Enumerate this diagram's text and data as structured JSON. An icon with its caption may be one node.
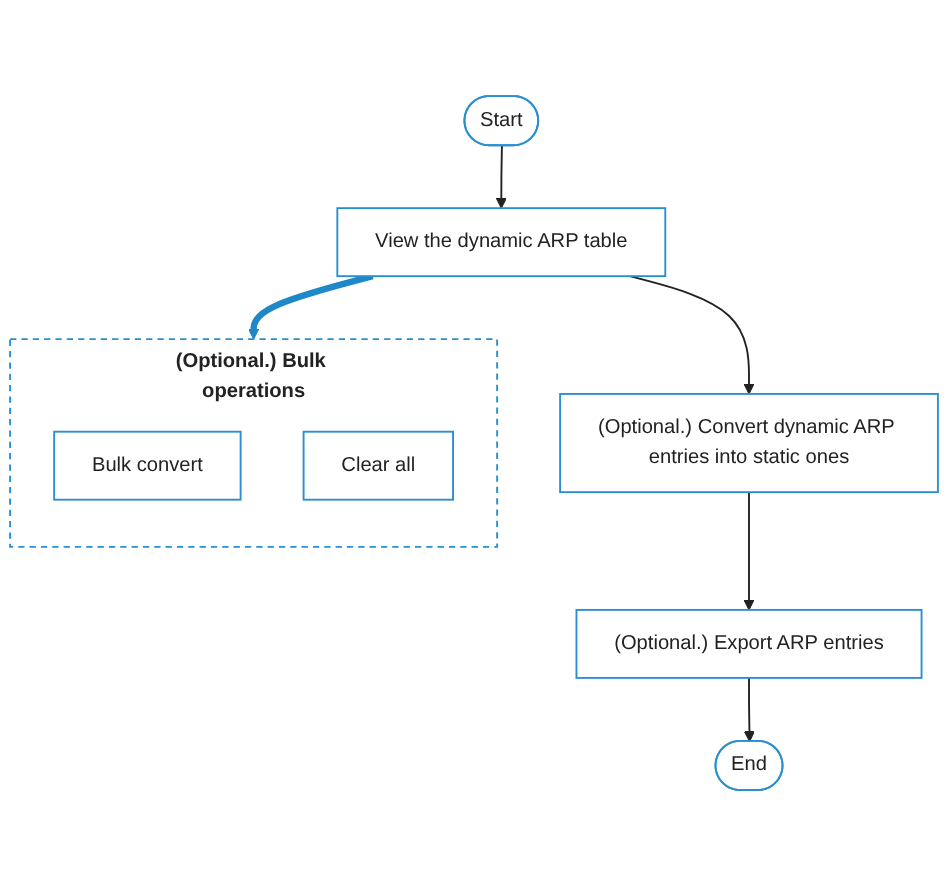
{
  "diagram": {
    "nodes": [
      {
        "text": [
          "Start"
        ]
      },
      {
        "text": [
          "(Optional.) Bulk operations"
        ]
      },
      {
        "text": [
          "Bulk convert"
        ],
        "in": 1
      },
      {
        "text": [
          "Clear all"
        ],
        "in": 1
      },
      {
        "text": [
          "View the dynamic ARP table"
        ]
      },
      {
        "text": [
          "(Optional.) Convert dynamic ARP entries into static ones"
        ]
      },
      {
        "text": [
          "(Optional.) Export ARP entries"
        ]
      },
      {
        "text": [
          "End"
        ]
      }
    ],
    "edges": [
      {
        "from": 0,
        "to": 4,
        "arrow": "to"
      },
      {
        "from": 4,
        "to": 1,
        "arrow": "to",
        "style": "thick",
        "color": "#1e88c8"
      },
      {
        "from": 4,
        "to": 5,
        "arrow": "to"
      },
      {
        "from": 5,
        "to": 6,
        "arrow": "to"
      },
      {
        "from": 6,
        "to": 7,
        "arrow": "to"
      }
    ]
  }
}
